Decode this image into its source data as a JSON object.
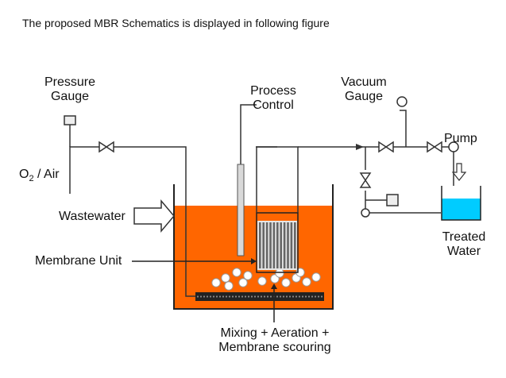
{
  "caption": "The proposed MBR Schematics is displayed in following figure",
  "labels": {
    "pressure_gauge": [
      "Pressure",
      "Gauge"
    ],
    "process_control": [
      "Process",
      "Control"
    ],
    "vacuum_gauge": [
      "Vacuum",
      "Gauge"
    ],
    "pump": "Pump",
    "o2_air": {
      "prefix": "O",
      "subscript": "2",
      "suffix": " / Air"
    },
    "wastewater": "Wastewater",
    "membrane_unit": "Membrane Unit",
    "treated_water": [
      "Treated",
      "Water"
    ],
    "mixing": [
      "Mixing + Aeration +",
      "Membrane scouring"
    ]
  },
  "colors": {
    "liquid": "#ff6600",
    "treated_water": "#00ccff",
    "line": "#333333",
    "membrane_bars": "#666666",
    "diffuser": "#222222"
  }
}
